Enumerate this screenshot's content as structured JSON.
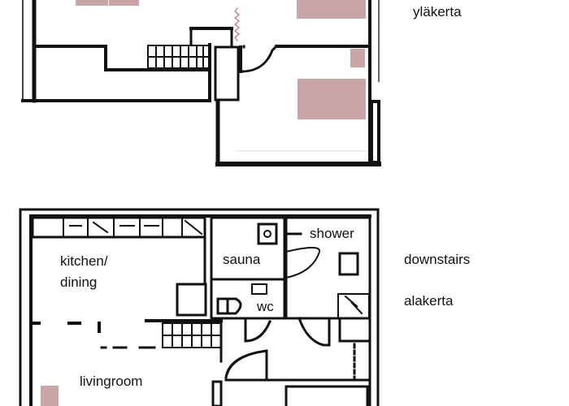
{
  "upper_floor": {
    "title": "yläkerta"
  },
  "lower_floor": {
    "title_en": "downstairs",
    "title_fi": "alakerta",
    "rooms": {
      "kitchen_line1": "kitchen/",
      "kitchen_line2": "dining",
      "sauna": "sauna",
      "shower": "shower",
      "wc": "wc",
      "livingroom": "livingroom"
    }
  },
  "colors": {
    "wall": "#111111",
    "bed": "#c9a5a8"
  }
}
